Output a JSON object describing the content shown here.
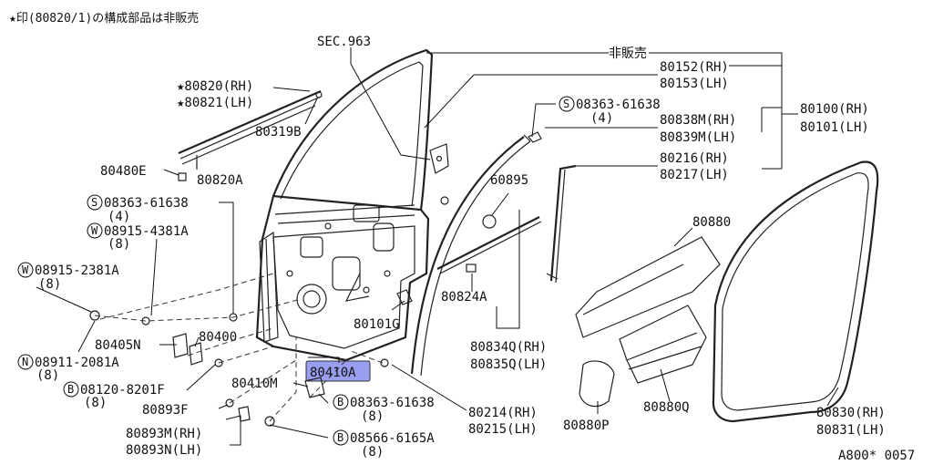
{
  "header_note": "★印(80820/1)の構成部品は非販売",
  "ref_code": "A800* 0057",
  "highlight_color": "#9a9ef0",
  "labels": {
    "sec": "SEC.963",
    "hihanbai": "非販売",
    "p80152": "80152(RH)",
    "p80153": "80153(LH)",
    "s08363_top": "08363-61638",
    "s08363_top_qty": "(4)",
    "p80838": "80838M(RH)",
    "p80839": "80839M(LH)",
    "p80100": "80100(RH)",
    "p80101": "80101(LH)",
    "p80216": "80216(RH)",
    "p80217": "80217(LH)",
    "p80820": "★80820(RH)",
    "p80821": "★80821(LH)",
    "p80319b": "80319B",
    "p80480e": "80480E",
    "p80820a": "80820A",
    "p60895": "60895",
    "s08363_left": "08363-61638",
    "s08363_left_qty": "(4)",
    "w08915_4381": "08915-4381A",
    "w08915_4381_qty": "(8)",
    "w08915_2381": "08915-2381A",
    "w08915_2381_qty": "(8)",
    "p80880": "80880",
    "p80824a": "80824A",
    "p80101g": "80101G",
    "p80405n": "80405N",
    "p80400": "80400",
    "n08911": "08911-2081A",
    "n08911_qty": "(8)",
    "p80834q": "80834Q(RH)",
    "p80835q": "80835Q(LH)",
    "p80410m": "80410M",
    "p80410a": "80410A",
    "b08120": "08120-8201F",
    "b08120_qty": "(8)",
    "p80893f": "80893F",
    "b08363_bot": "08363-61638",
    "b08363_bot_qty": "(8)",
    "p80214": "80214(RH)",
    "p80215": "80215(LH)",
    "p80880p": "80880P",
    "p80880q": "80880Q",
    "p80830": "80830(RH)",
    "p80831": "80831(LH)",
    "p80893m": "80893M(RH)",
    "p80893n": "80893N(LH)",
    "b08566": "08566-6165A",
    "b08566_qty": "(8)"
  },
  "circle_letters": {
    "s": "S",
    "w": "W",
    "n": "N",
    "b": "B"
  }
}
